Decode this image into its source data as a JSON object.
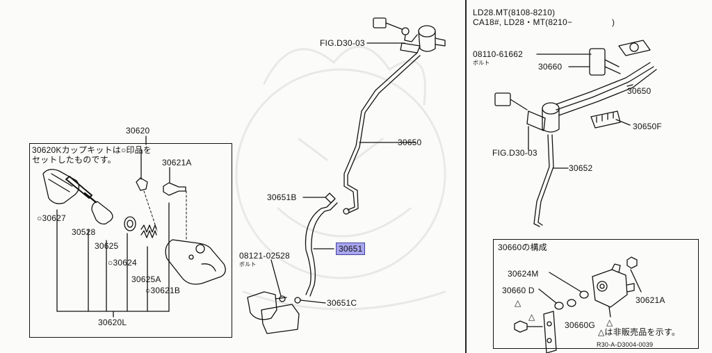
{
  "parts": {
    "p30620": "30620",
    "p30620K_note_line1": "30620Kカップキットは○印品を",
    "p30620K_note_line2": "セットしたものです。",
    "p30621A_left": "30621A",
    "p30627": "○30627",
    "p30528": "30528",
    "p30625": "30625",
    "p30624": "○30624",
    "p30625A": "30625A",
    "p30621B": "○30621B",
    "p30620L": "30620L",
    "fig_d3003_top": "FIG.D30-03",
    "p30650_mid": "30650",
    "p30651B": "30651B",
    "p30651": "30651",
    "bolt_num": "08121-02528",
    "bolt_kana": "ボルト",
    "p30651C": "30651C",
    "right_header_line1": "LD28.MT(8108-8210)",
    "right_header_line2": "CA18#, LD28・MT(8210−",
    "right_header_bracket": ")",
    "bolt2_num": "08110-61662",
    "bolt2_kana": "ボルト",
    "p30660": "30660",
    "p30650_right": "30650",
    "p30650F": "30650F",
    "fig_d3003_right": "FIG.D30-03",
    "p30652": "30652",
    "comp_title": "30660の構成",
    "p30624M": "30624M",
    "p30660D": "30660 D",
    "p30621A_right": "30621A",
    "p30660G": "30660G",
    "note_not_sold": "△は非販売品を示す。",
    "diagram_code": "R30-A-D3004-0039",
    "tri1": "△",
    "tri2": "△",
    "tri3": "△"
  },
  "colors": {
    "highlight_fill": "#a9a6f0",
    "ink": "#111111"
  }
}
